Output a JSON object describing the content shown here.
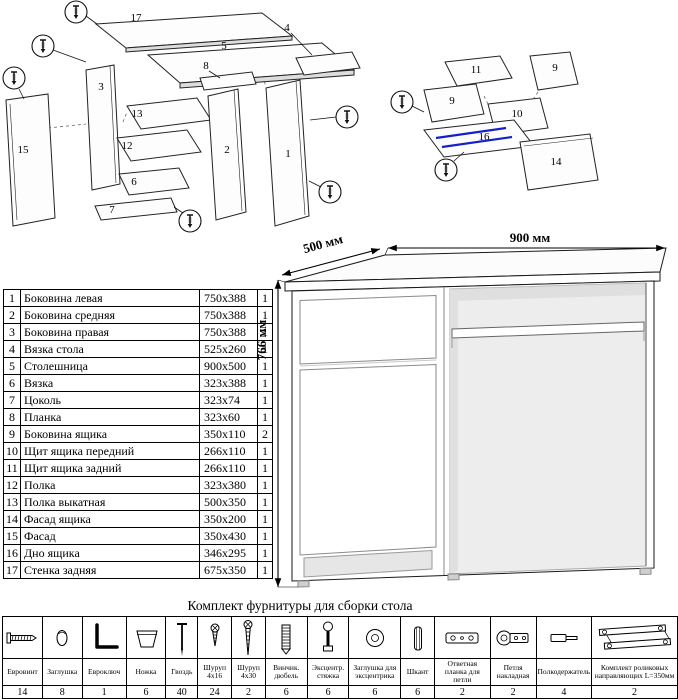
{
  "exploded_left": {
    "labels": {
      "l17": "17",
      "l5": "5",
      "l4": "4",
      "l3": "3",
      "l13": "13",
      "l12": "12",
      "l15": "15",
      "l6": "6",
      "l7": "7",
      "l2": "2",
      "l1": "1",
      "l8": "8"
    }
  },
  "exploded_right": {
    "labels": {
      "l11": "11",
      "l9a": "9",
      "l9b": "9",
      "l10": "10",
      "l16": "16",
      "l14": "14"
    },
    "rail_color": "#1520c8"
  },
  "desk": {
    "width": "900 мм",
    "depth": "500 мм",
    "height": "766 мм"
  },
  "parts_table": {
    "rows": [
      {
        "num": "1",
        "name": "Боковина левая",
        "size": "750x388",
        "qty": "1"
      },
      {
        "num": "2",
        "name": "Боковина средняя",
        "size": "750x388",
        "qty": "1"
      },
      {
        "num": "3",
        "name": "Боковина правая",
        "size": "750x388",
        "qty": "1"
      },
      {
        "num": "4",
        "name": "Вязка стола",
        "size": "525x260",
        "qty": "1"
      },
      {
        "num": "5",
        "name": "Столешница",
        "size": "900x500",
        "qty": "1"
      },
      {
        "num": "6",
        "name": "Вязка",
        "size": "323x388",
        "qty": "1"
      },
      {
        "num": "7",
        "name": "Цоколь",
        "size": "323x74",
        "qty": "1"
      },
      {
        "num": "8",
        "name": "Планка",
        "size": "323x60",
        "qty": "1"
      },
      {
        "num": "9",
        "name": "Боковина ящика",
        "size": "350x110",
        "qty": "2"
      },
      {
        "num": "10",
        "name": "Щит ящика передний",
        "size": "266x110",
        "qty": "1"
      },
      {
        "num": "11",
        "name": "Щит ящика задний",
        "size": "266x110",
        "qty": "1"
      },
      {
        "num": "12",
        "name": "Полка",
        "size": "323x380",
        "qty": "1"
      },
      {
        "num": "13",
        "name": "Полка выкатная",
        "size": "500x350",
        "qty": "1"
      },
      {
        "num": "14",
        "name": "Фасад ящика",
        "size": "350x200",
        "qty": "1"
      },
      {
        "num": "15",
        "name": "Фасад",
        "size": "350x430",
        "qty": "1"
      },
      {
        "num": "16",
        "name": "Дно ящика",
        "size": "346x295",
        "qty": "1"
      },
      {
        "num": "17",
        "name": "Стенка задняя",
        "size": "675x350",
        "qty": "1"
      }
    ]
  },
  "hardware": {
    "title": "Комплект фурнитуры для сборки стола",
    "items": [
      {
        "name": "Евровинт",
        "qty": "14",
        "icon": "confirmat-screw-icon"
      },
      {
        "name": "Заглушка",
        "qty": "8",
        "icon": "cap-icon"
      },
      {
        "name": "Евроключ",
        "qty": "1",
        "icon": "hex-key-icon"
      },
      {
        "name": "Ножка",
        "qty": "6",
        "icon": "foot-icon"
      },
      {
        "name": "Гвоздь",
        "qty": "40",
        "icon": "nail-icon"
      },
      {
        "name": "Шуруп 4х16",
        "qty": "24",
        "icon": "screw-4x16-icon"
      },
      {
        "name": "Шуруп 4х30",
        "qty": "2",
        "icon": "screw-4x30-icon"
      },
      {
        "name": "Винчик. дюбель",
        "qty": "6",
        "icon": "dowel-plug-icon"
      },
      {
        "name": "Эксцентр. стяжка",
        "qty": "6",
        "icon": "cam-bolt-icon"
      },
      {
        "name": "Заглушка для эксцентрика",
        "qty": "6",
        "icon": "cam-cap-icon"
      },
      {
        "name": "Шкант",
        "qty": "6",
        "icon": "wood-dowel-icon"
      },
      {
        "name": "Ответная планка для петли",
        "qty": "2",
        "icon": "hinge-plate-icon"
      },
      {
        "name": "Петля накладная",
        "qty": "2",
        "icon": "hinge-icon"
      },
      {
        "name": "Полкодержатель",
        "qty": "4",
        "icon": "shelf-support-icon"
      },
      {
        "name": "Комплект роликовых направляющих L=350мм",
        "qty": "2",
        "icon": "roller-guides-icon"
      }
    ]
  }
}
